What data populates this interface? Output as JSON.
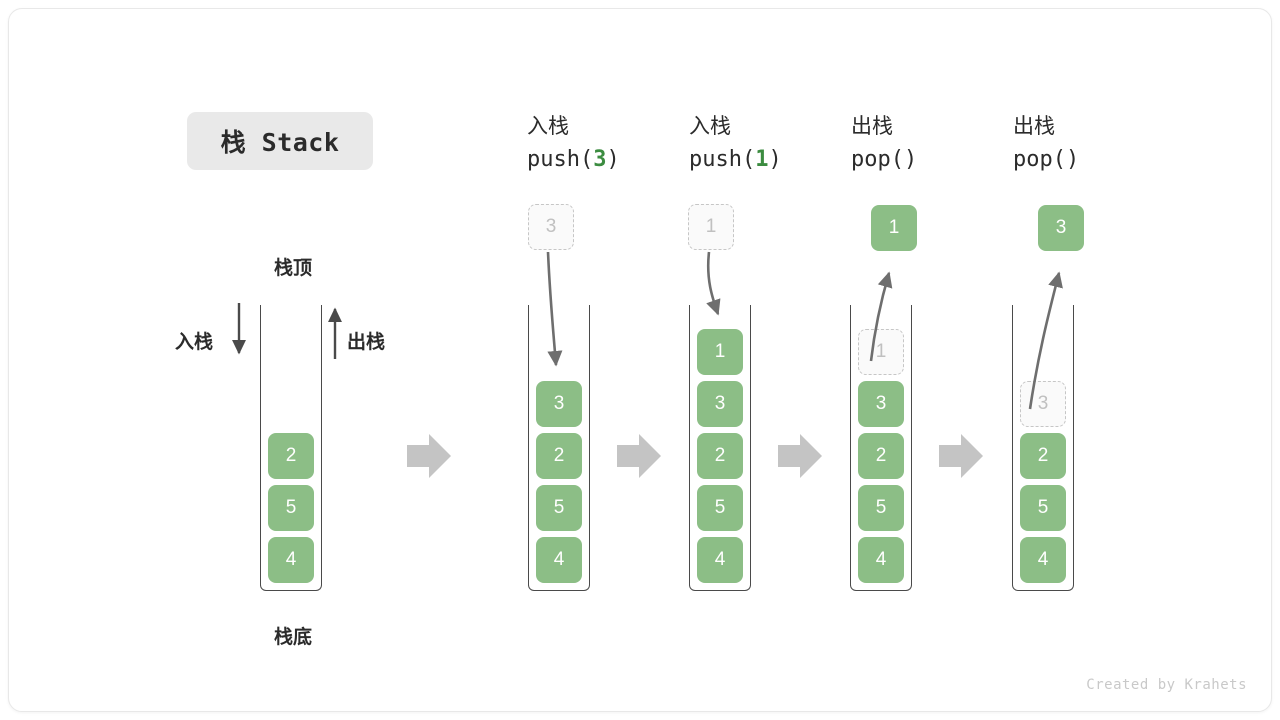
{
  "title": {
    "chip_label": "栈 Stack"
  },
  "main_stack": {
    "top_label": "栈顶",
    "bottom_label": "栈底",
    "push_label": "入栈",
    "pop_label": "出栈",
    "cells": [
      "2",
      "5",
      "4"
    ]
  },
  "steps": [
    {
      "cn_label": "入栈",
      "op_prefix": "push(",
      "op_arg": "3",
      "op_suffix": ")",
      "floating_cell": {
        "value": "3",
        "state": "ghost"
      },
      "stack_cells": [
        {
          "value": "3",
          "state": "solid"
        },
        {
          "value": "2",
          "state": "solid"
        },
        {
          "value": "5",
          "state": "solid"
        },
        {
          "value": "4",
          "state": "solid"
        }
      ]
    },
    {
      "cn_label": "入栈",
      "op_prefix": "push(",
      "op_arg": "1",
      "op_suffix": ")",
      "floating_cell": {
        "value": "1",
        "state": "ghost"
      },
      "stack_cells": [
        {
          "value": "1",
          "state": "solid"
        },
        {
          "value": "3",
          "state": "solid"
        },
        {
          "value": "2",
          "state": "solid"
        },
        {
          "value": "5",
          "state": "solid"
        },
        {
          "value": "4",
          "state": "solid"
        }
      ]
    },
    {
      "cn_label": "出栈",
      "op_prefix": "pop(",
      "op_arg": "",
      "op_suffix": ")",
      "floating_cell": {
        "value": "1",
        "state": "solid"
      },
      "stack_cells": [
        {
          "value": "1",
          "state": "ghost"
        },
        {
          "value": "3",
          "state": "solid"
        },
        {
          "value": "2",
          "state": "solid"
        },
        {
          "value": "5",
          "state": "solid"
        },
        {
          "value": "4",
          "state": "solid"
        }
      ]
    },
    {
      "cn_label": "出栈",
      "op_prefix": "pop(",
      "op_arg": "",
      "op_suffix": ")",
      "floating_cell": {
        "value": "3",
        "state": "solid"
      },
      "stack_cells": [
        {
          "value": "3",
          "state": "ghost"
        },
        {
          "value": "2",
          "state": "solid"
        },
        {
          "value": "5",
          "state": "solid"
        },
        {
          "value": "4",
          "state": "solid"
        }
      ]
    }
  ],
  "credit": "Created by Krahets",
  "colors": {
    "cell_fill": "#8cbe86",
    "cell_text": "#ffffff",
    "ghost_border": "#c6c6c6",
    "ghost_text": "#c0c0c0",
    "accent_number": "#3c8c40",
    "arrow_gray": "#c4c4c4",
    "stroke_dark": "#4a4a4a",
    "chip_bg": "#e9e9e9"
  }
}
